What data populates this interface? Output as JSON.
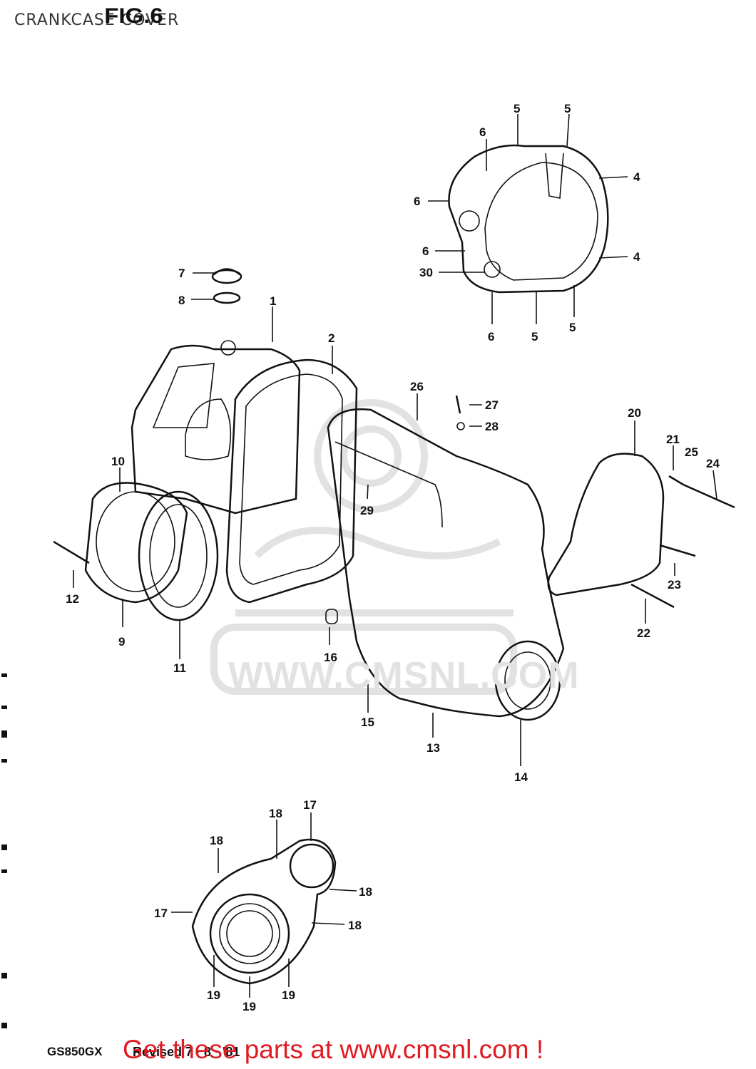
{
  "header": {
    "title": "CRANKCASE COVER",
    "fig": "FIG.6"
  },
  "footer": {
    "model": "GS850GX",
    "revised": "Revised 7 · 8 · '81",
    "cta": "Get these parts at www.cmsnl.com !"
  },
  "watermark": {
    "text": "WWW.CMSNL.COM"
  },
  "callouts": [
    "1",
    "2",
    "4",
    "5",
    "6",
    "7",
    "8",
    "9",
    "10",
    "11",
    "12",
    "13",
    "14",
    "15",
    "16",
    "17",
    "18",
    "19",
    "20",
    "21",
    "22",
    "23",
    "24",
    "25",
    "26",
    "27",
    "28",
    "29",
    "30"
  ],
  "colors": {
    "cta": "#e11b22",
    "line": "#111111",
    "watermark": "#e2e2e2"
  }
}
